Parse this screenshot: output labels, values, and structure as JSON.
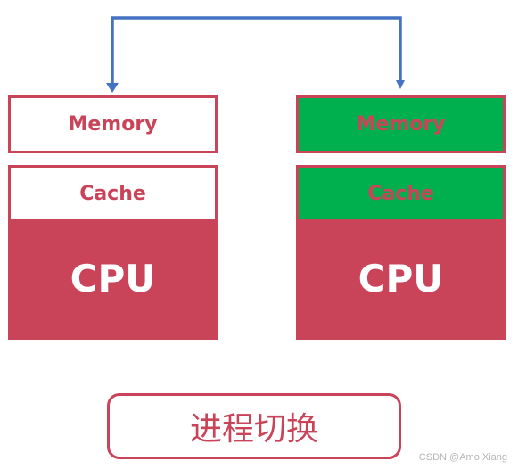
{
  "colors": {
    "accent": "#c94459",
    "highlight": "#00b04f",
    "arrow": "#4472c4",
    "background": "#ffffff"
  },
  "left_unit": {
    "memory_label": "Memory",
    "cache_label": "Cache",
    "cpu_label": "CPU"
  },
  "right_unit": {
    "memory_label": "Memory",
    "cache_label": "Cache",
    "cpu_label": "CPU"
  },
  "caption": "进程切换",
  "watermark": "CSDN @Amo Xiang"
}
